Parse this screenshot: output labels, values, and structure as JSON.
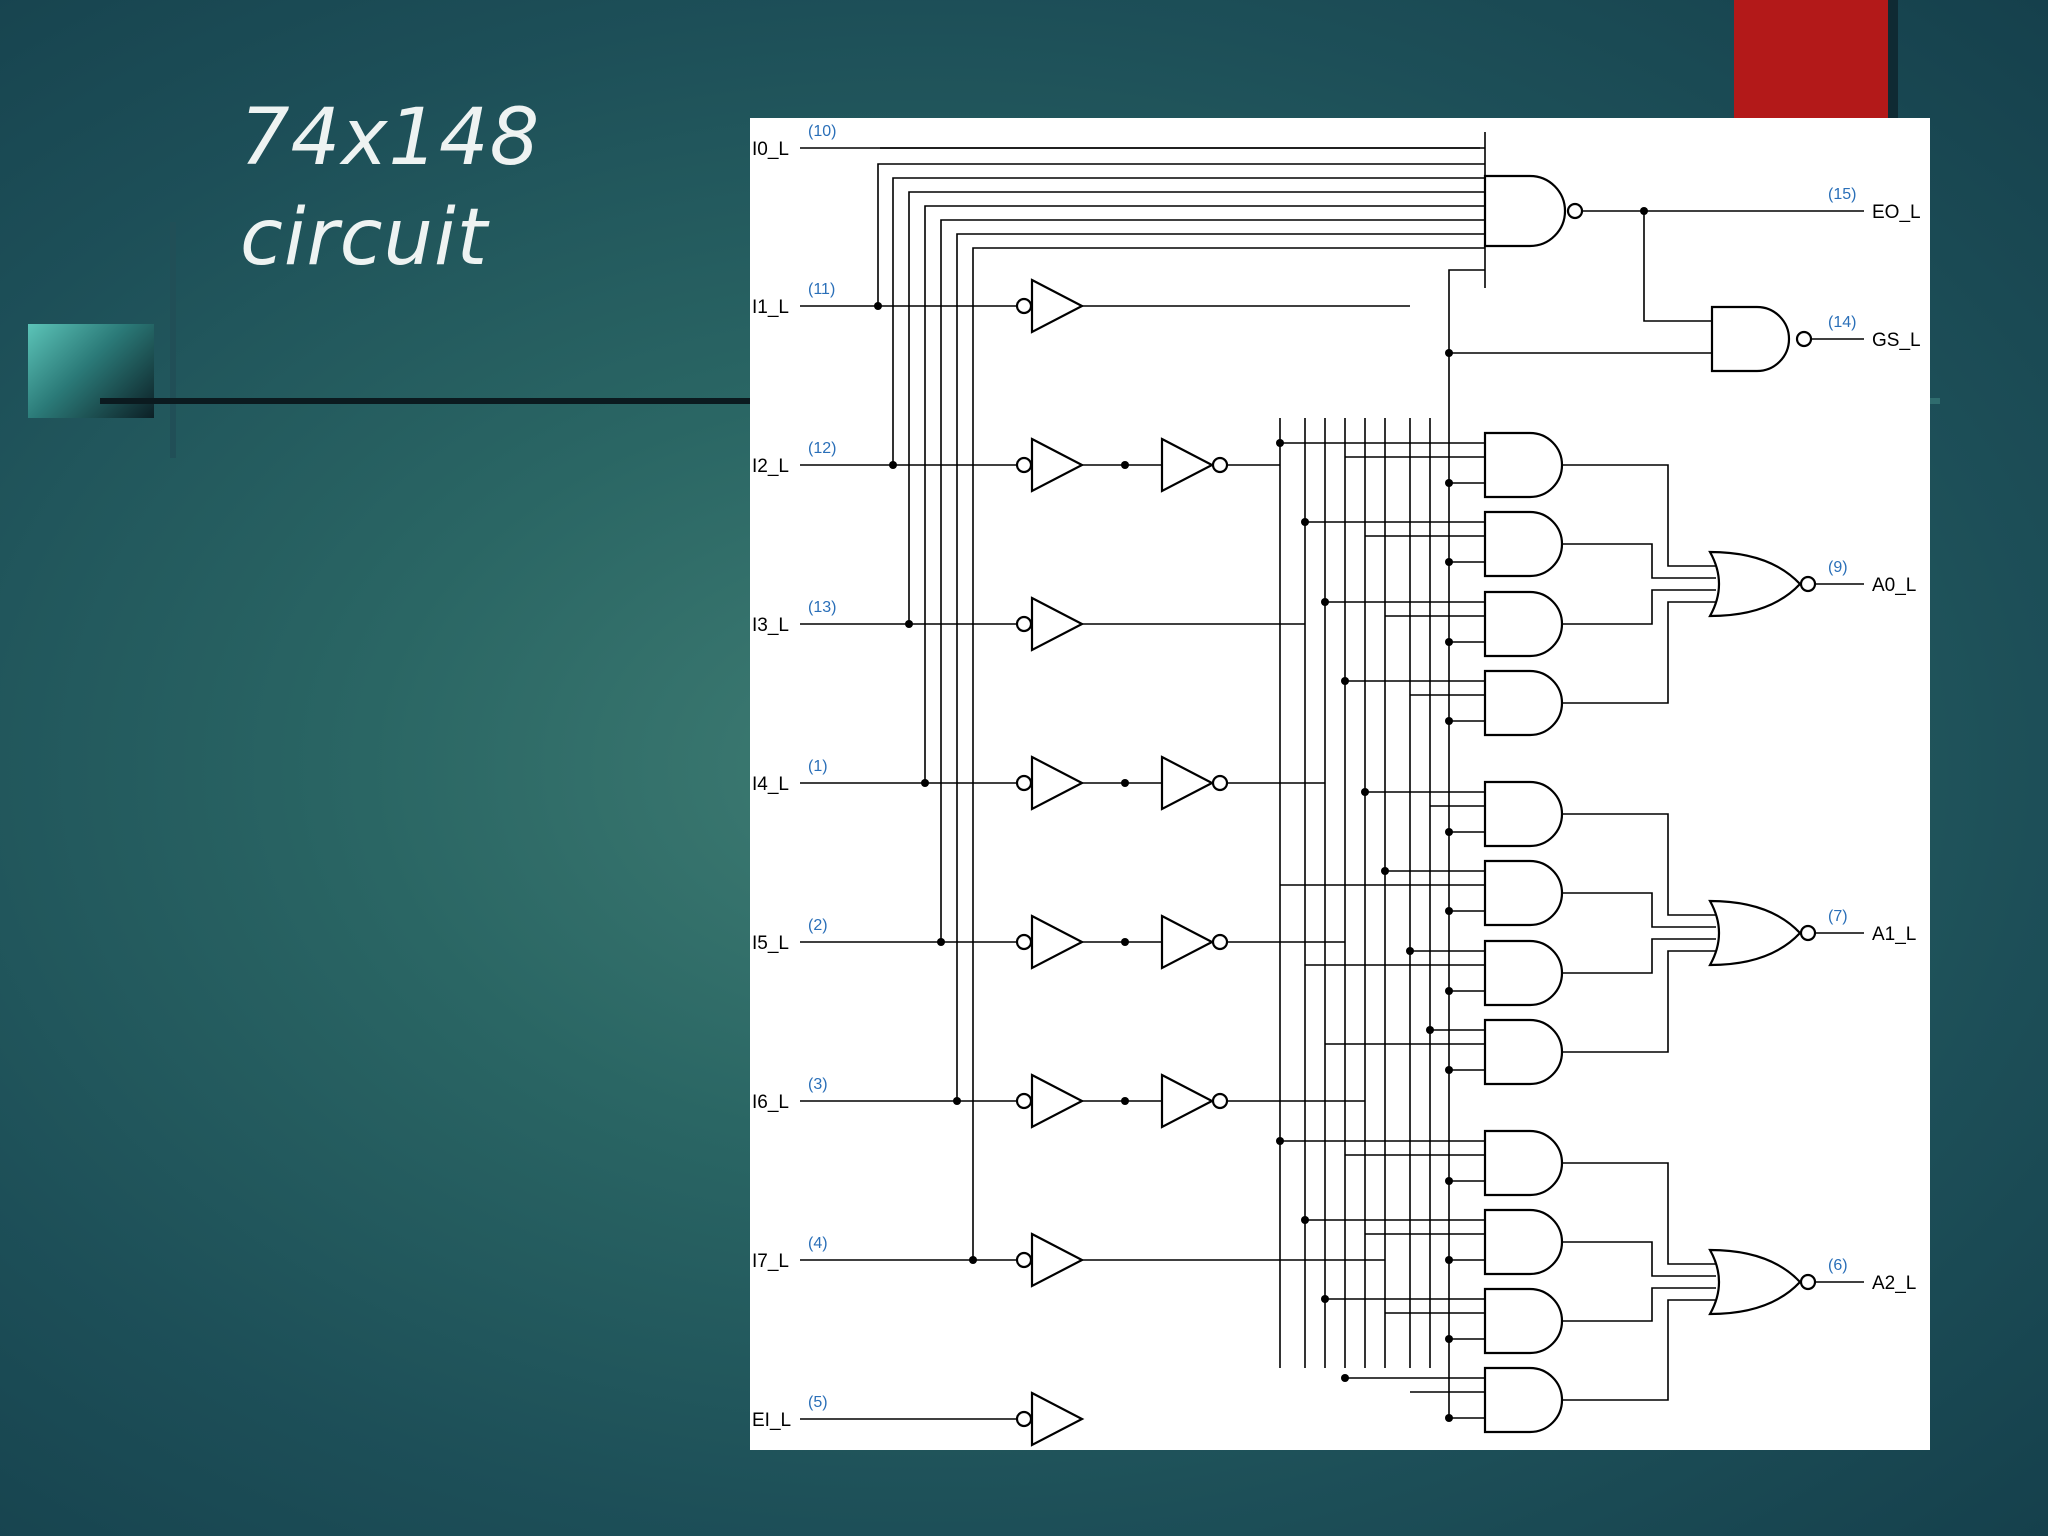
{
  "slide": {
    "title_line1": "74x148",
    "title_line2": "circuit"
  },
  "colors": {
    "accent_red": "#b31919",
    "pin_number_color": "#2a6fb8",
    "wire_color": "#000000"
  },
  "circuit": {
    "inputs": [
      {
        "name": "I0_L",
        "pin": "(10)"
      },
      {
        "name": "I1_L",
        "pin": "(11)"
      },
      {
        "name": "I2_L",
        "pin": "(12)"
      },
      {
        "name": "I3_L",
        "pin": "(13)"
      },
      {
        "name": "I4_L",
        "pin": "(1)"
      },
      {
        "name": "I5_L",
        "pin": "(2)"
      },
      {
        "name": "I6_L",
        "pin": "(3)"
      },
      {
        "name": "I7_L",
        "pin": "(4)"
      },
      {
        "name": "EI_L",
        "pin": "(5)"
      }
    ],
    "outputs": [
      {
        "name": "EO_L",
        "pin": "(15)"
      },
      {
        "name": "GS_L",
        "pin": "(14)"
      },
      {
        "name": "A0_L",
        "pin": "(9)"
      },
      {
        "name": "A1_L",
        "pin": "(7)"
      },
      {
        "name": "A2_L",
        "pin": "(6)"
      }
    ]
  }
}
